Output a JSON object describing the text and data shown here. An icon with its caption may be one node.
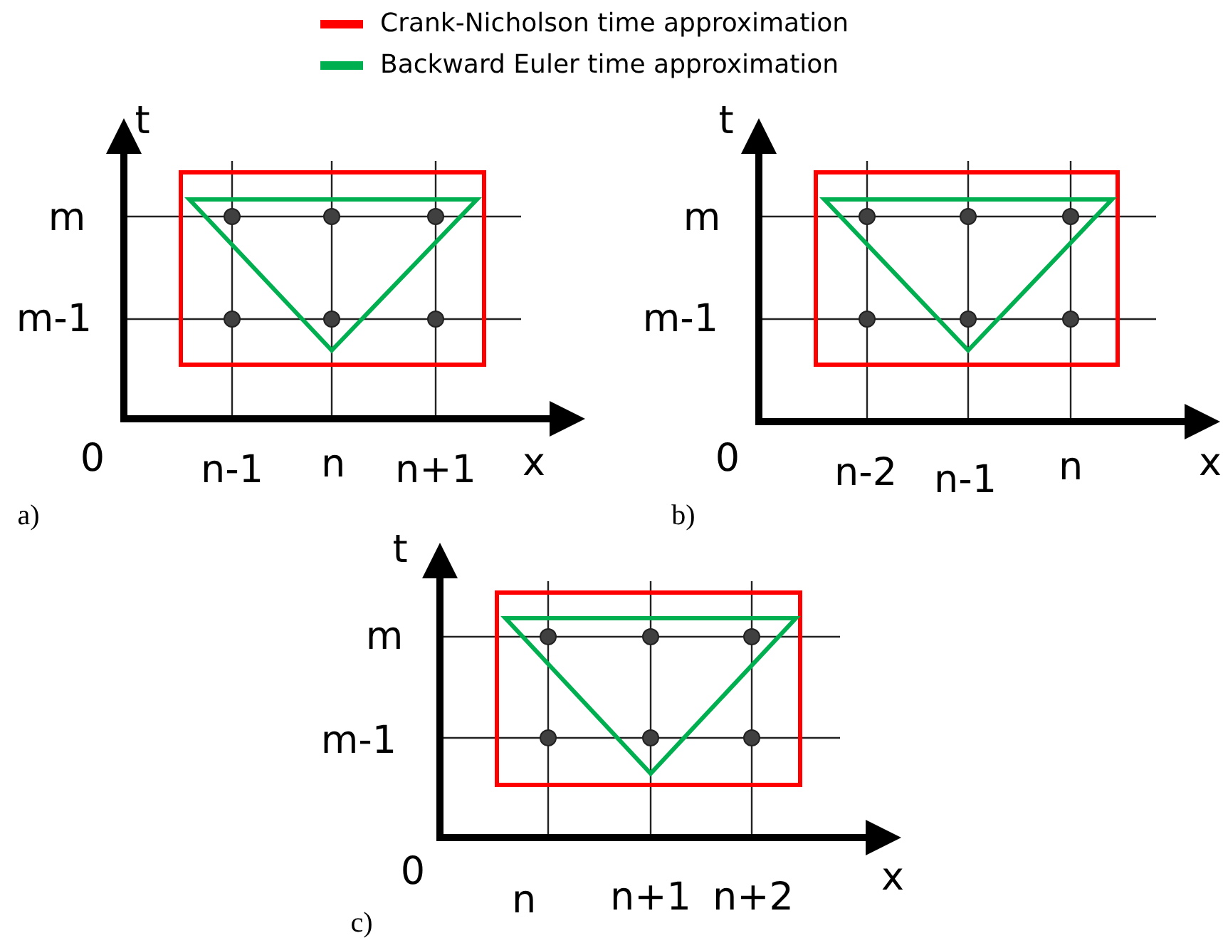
{
  "diagram": {
    "labels": [
      "t",
      "m",
      "m-1",
      "0",
      "n-1",
      "n",
      "n+1",
      "x",
      "a)",
      "t",
      "m",
      "m-1",
      "0",
      "n-2",
      "n-1",
      "n",
      "x",
      "b)",
      "t",
      "m",
      "m-1",
      "0",
      "n",
      "n+1",
      "n+2",
      "x",
      "c)"
    ],
    "legend": [
      {
        "text": "Crank-Nicholson time approximation",
        "color": "#ff0000"
      },
      {
        "text": "Backward Euler time approximation",
        "color": "#00b050"
      }
    ]
  }
}
